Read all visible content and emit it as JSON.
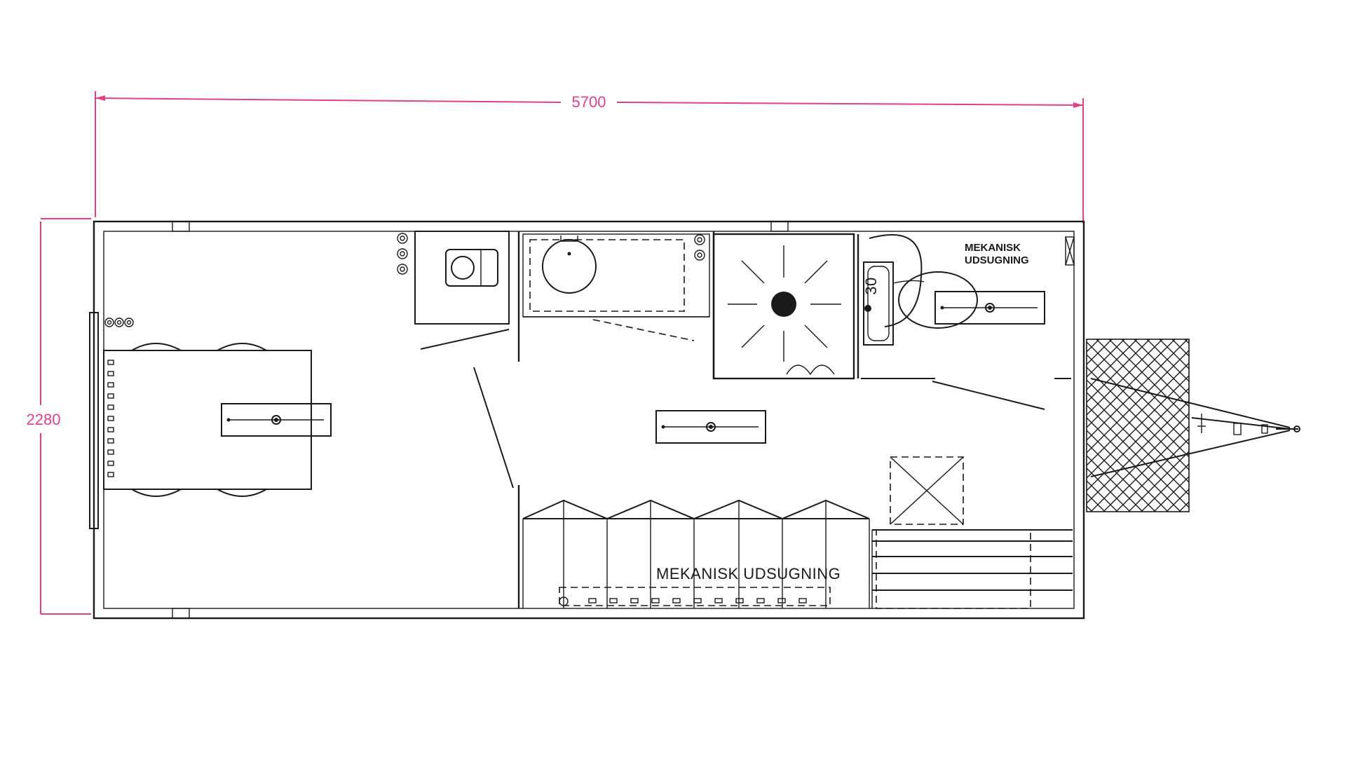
{
  "dimensions": {
    "length_label": "5700",
    "width_label": "2280",
    "color": "#e0408a"
  },
  "labels": {
    "bathroom_exhaust_line1": "MEKANISK",
    "bathroom_exhaust_line2": "UDSUGNING",
    "main_exhaust": "MEKANISK UDSUGNING",
    "sink_number": "30"
  },
  "icons": {
    "shower_drain": "shower-drain-icon",
    "toilet": "toilet-icon",
    "washbasin": "washbasin-icon",
    "light_fixture": "light-fixture-icon"
  }
}
